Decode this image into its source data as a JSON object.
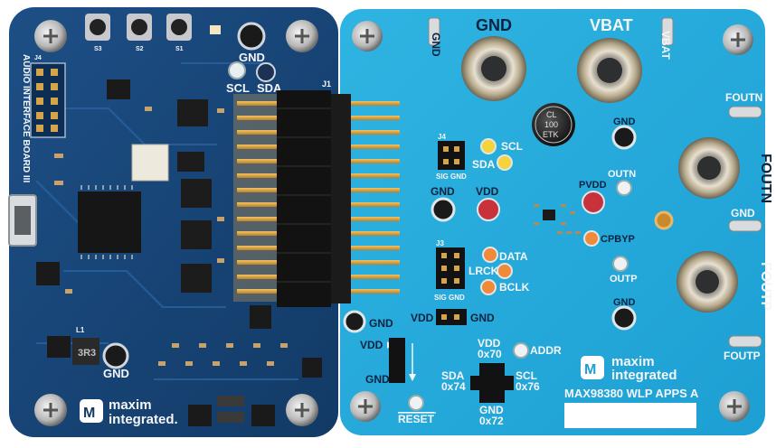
{
  "left_board": {
    "title": "AUDIO INTERFACE BOARD III",
    "labels": {
      "gnd_top": "GND",
      "scl": "SCL",
      "sda": "SDA",
      "gnd_bottom": "GND",
      "inductor": "3R3",
      "j1": "J1",
      "j4": "J4",
      "l1": "L1"
    },
    "switches": [
      "S3",
      "S2",
      "S1"
    ],
    "logo_line1": "maxim",
    "logo_line2": "integrated."
  },
  "right_board": {
    "title": "MAX98380 WLP APPS A",
    "labels": {
      "gnd_top": "GND",
      "vbat_top": "VBAT",
      "gnd_post": "GND",
      "vbat_post": "VBAT",
      "foutn_post": "FOUTN",
      "foutn_jack": "FOUTN",
      "gnd_right": "GND",
      "foutp_jack": "FOUTP",
      "foutp_post": "FOUTP",
      "gnd_mid": "GND",
      "outn": "OUTN",
      "pvdd": "PVDD",
      "cpbyp": "CPBYP",
      "outp": "OUTP",
      "gnd_low": "GND",
      "scl": "SCL",
      "sda": "SDA",
      "sig_gnd_1": "SIG GND",
      "gnd_left": "GND",
      "vdd": "VDD",
      "data": "DATA",
      "lrck": "LRCK",
      "bclk": "BCLK",
      "sig_gnd_2": "SIG GND",
      "vdd_gnd_vdd": "VDD",
      "vdd_gnd_gnd": "GND",
      "vdd_dot": "VDD",
      "gnd_j6": "GND",
      "reset": "RESET",
      "vdd_0x70_a": "VDD",
      "vdd_0x70_b": "0x70",
      "addr": "ADDR",
      "sda_0x74_a": "SDA",
      "sda_0x74_b": "0x74",
      "scl_0x76_a": "SCL",
      "scl_0x76_b": "0x76",
      "gnd_0x72_a": "GND",
      "gnd_0x72_b": "0x72",
      "cap_line1": "CL",
      "cap_line2": "100",
      "cap_line3": "ETK",
      "j4": "J4",
      "j3": "J3"
    },
    "logo_line1": "maxim",
    "logo_line2": "integrated"
  }
}
